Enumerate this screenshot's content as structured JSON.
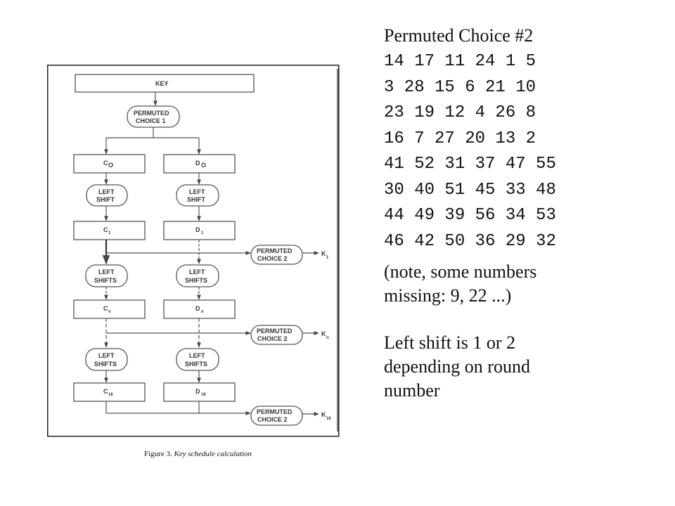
{
  "diagram": {
    "nodes": {
      "key": "KEY",
      "pc1_line1": "PERMUTED",
      "pc1_line2": "CHOICE 1",
      "c0": "C",
      "c0_sub": "O",
      "d0": "D",
      "d0_sub": "O",
      "left_shift_1_line1": "LEFT",
      "left_shift_1_line2": "SHIFT",
      "left_shift_2_line1": "LEFT",
      "left_shift_2_line2": "SHIFT",
      "c1": "C",
      "c1_sub": "1",
      "d1": "D",
      "d1_sub": "1",
      "pc2_a_line1": "PERMUTED",
      "pc2_a_line2": "CHOICE 2",
      "k1": "K",
      "k1_sub": "1",
      "left_shifts_1_line1": "LEFT",
      "left_shifts_1_line2": "SHIFTS",
      "left_shifts_2_line1": "LEFT",
      "left_shifts_2_line2": "SHIFTS",
      "cn": "C",
      "cn_sub": "n",
      "dn": "D",
      "dn_sub": "n",
      "pc2_b_line1": "PERMUTED",
      "pc2_b_line2": "CHOICE 2",
      "kn": "K",
      "kn_sub": "n",
      "left_shifts_3_line1": "LEFT",
      "left_shifts_3_line2": "SHIFTS",
      "left_shifts_4_line1": "LEFT",
      "left_shifts_4_line2": "SHIFTS",
      "c16": "C",
      "c16_sub": "16",
      "d16": "D",
      "d16_sub": "16",
      "pc2_c_line1": "PERMUTED",
      "pc2_c_line2": "CHOICE 2",
      "k16": "K",
      "k16_sub": "16"
    },
    "caption_prefix": "Figure 3. ",
    "caption_text": "Key schedule calculation"
  },
  "permuted_choice": {
    "title": "Permuted Choice #2",
    "rows": [
      "14 17 11 24 1 5",
      "3 28 15 6 21 10",
      "23 19 12 4 26 8",
      "16 7 27 20 13 2",
      "41 52 31 37 47 55",
      "30 40 51 45 33 48",
      "44 49 39 56 34 53",
      "46 42 50 36 29 32"
    ]
  },
  "note": {
    "line1": "(note, some numbers",
    "line2": "missing: 9, 22 ...)"
  },
  "shift_note": {
    "line1": "Left shift is 1 or 2",
    "line2": "depending on round",
    "line3": "number"
  }
}
